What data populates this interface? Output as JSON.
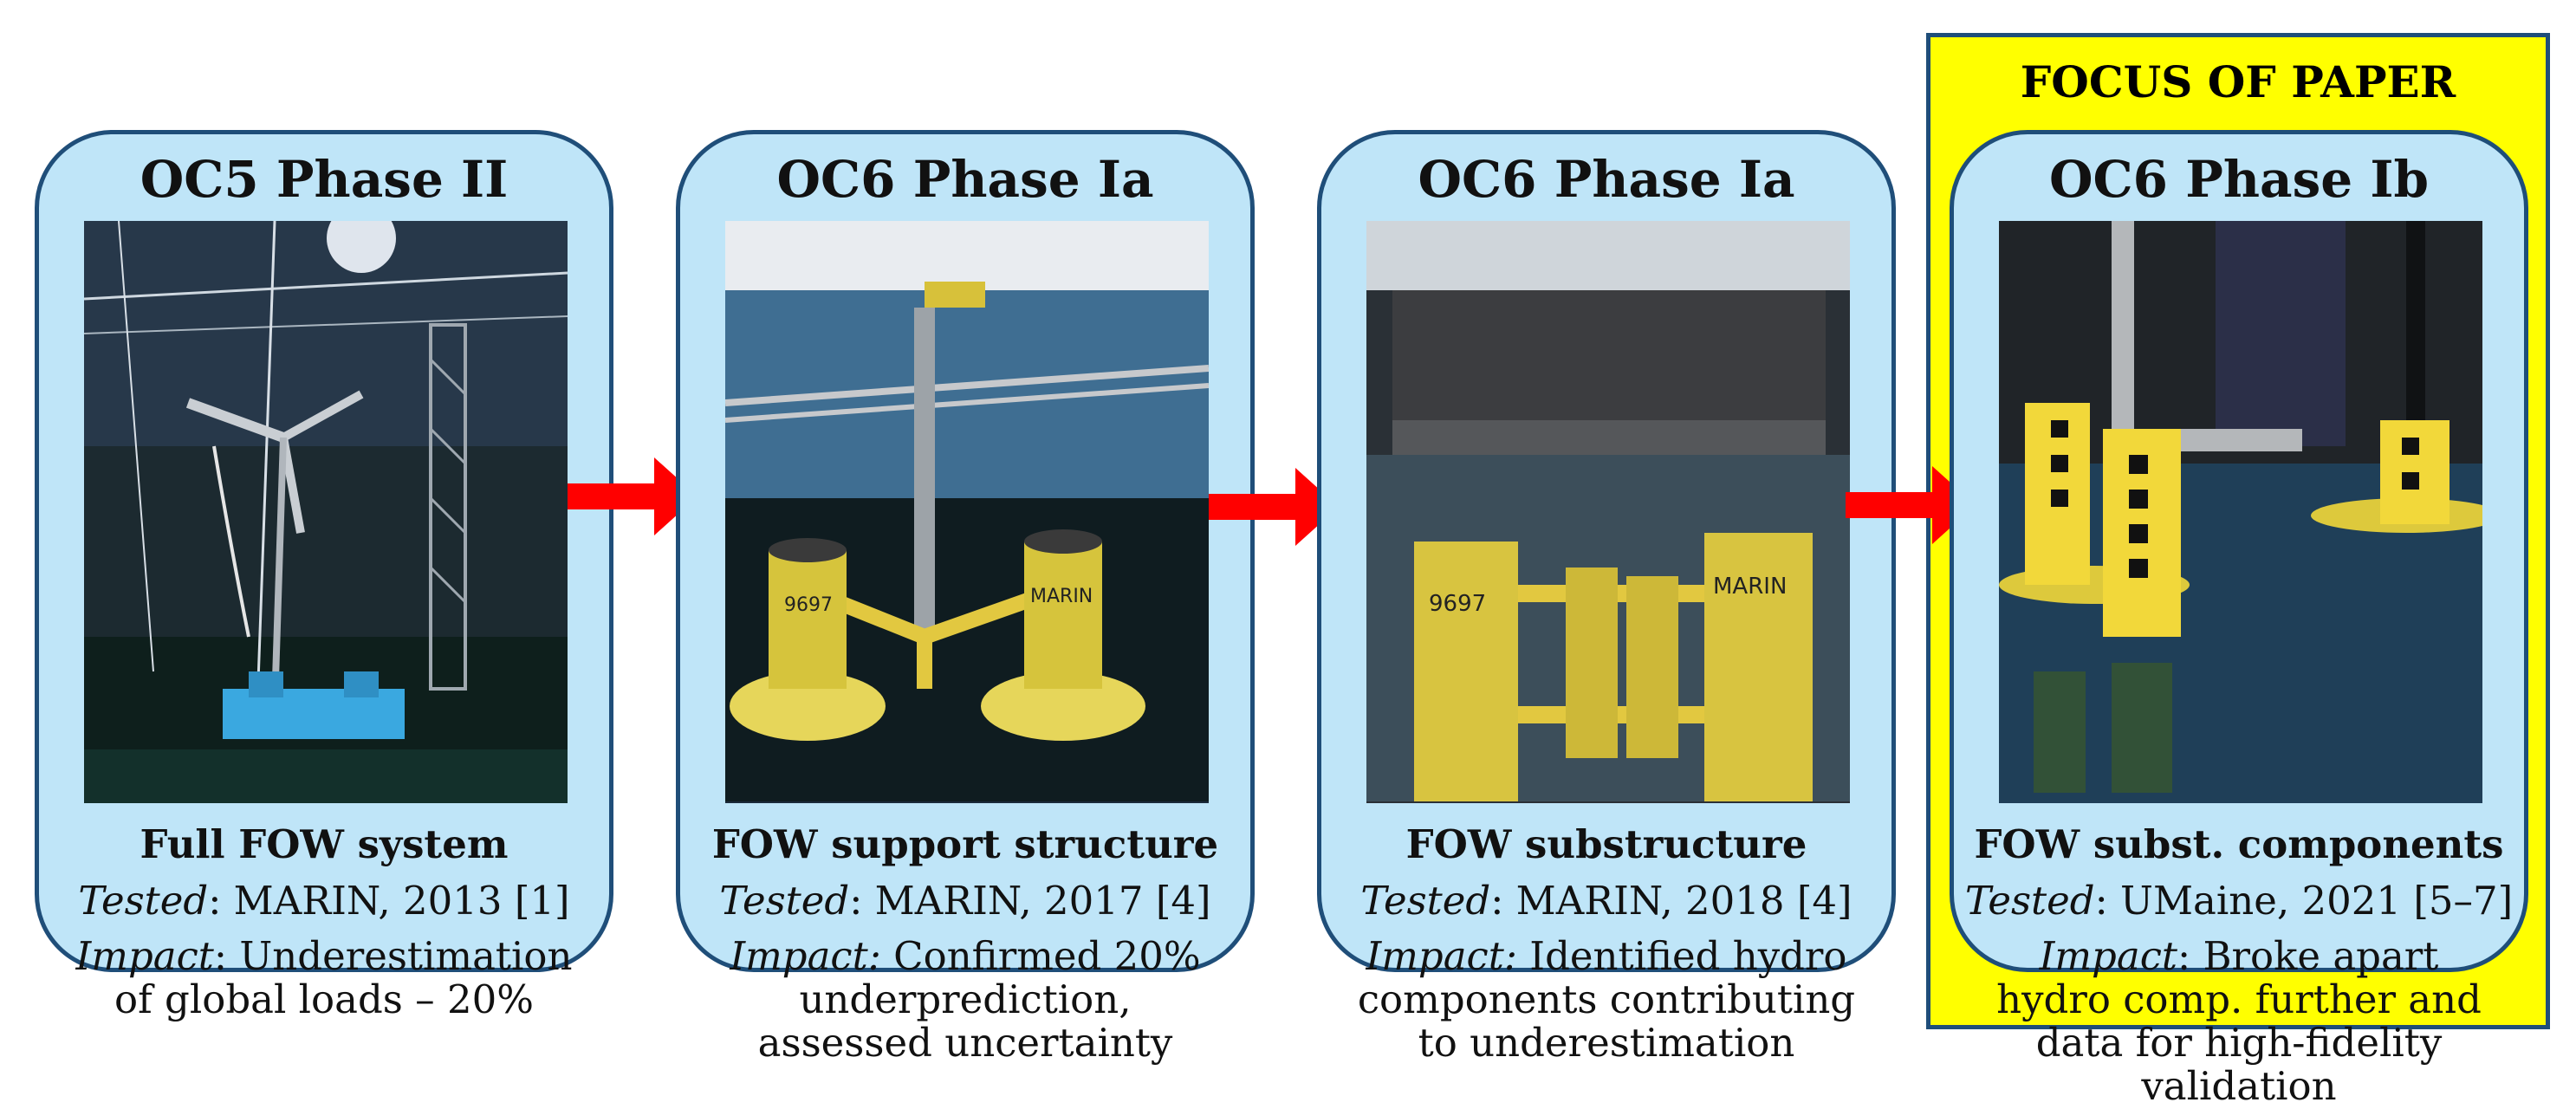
{
  "focus": {
    "label": "FOCUS OF PAPER"
  },
  "stages": [
    {
      "title": "OC5 Phase II",
      "subtitle": "Full FOW system",
      "tested_label": "Tested",
      "tested": ": MARIN, 2013 [1]",
      "impact_label": "Impact",
      "impact": ": Underestimation of global loads – 20%"
    },
    {
      "title": "OC6 Phase Ia",
      "subtitle": "FOW support structure",
      "tested_label": "Tested",
      "tested": ": MARIN, 2017 [4]",
      "impact_label": "Impact:",
      "impact": " Confirmed 20% underprediction, assessed uncertainty"
    },
    {
      "title": "OC6 Phase Ia",
      "subtitle": "FOW substructure",
      "tested_label": "Tested",
      "tested": ": MARIN, 2018 [4]",
      "impact_label": "Impact:",
      "impact": " Identified hydro components contributing to underestimation"
    },
    {
      "title": "OC6 Phase Ib",
      "subtitle": "FOW subst. components",
      "tested_label": "Tested",
      "tested": ": UMaine, 2021 [5–7]",
      "impact_label": "Impact",
      "impact": ": Broke apart hydro comp. further and data for high-fidelity validation"
    }
  ],
  "photo_labels": {
    "p2_left_col": "9697",
    "p2_right_col": "MARIN",
    "p3_left_col": "9697",
    "p3_right_col": "MARIN"
  },
  "colors": {
    "card_fill": "#bfe5f8",
    "card_border": "#1f4e79",
    "focus_fill": "#ffff00",
    "arrow": "#ff0000"
  }
}
